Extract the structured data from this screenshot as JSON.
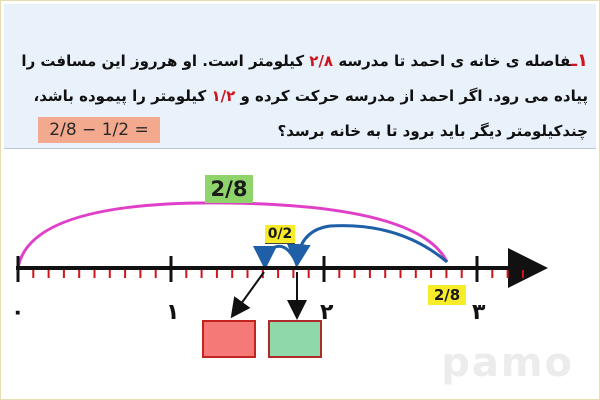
{
  "question": {
    "number": "۱ـ",
    "line1_a": "فاصله ی خانه ی احمد تا مدرسه ",
    "line1_value": "۲/۸",
    "line1_b": " کیلومتر است. او هرروز این مسافت را",
    "line2_a": "پیاده می رود. اگر احمد از مدرسه حرکت کرده و ",
    "line2_value": "۱/۲",
    "line2_b": " کیلومتر را پیموده باشد،",
    "line3": "چندکیلومتر دیگر باید برود تا به خانه برسد؟",
    "formula": "2/8 − 1/2 ="
  },
  "number_line": {
    "labels": [
      "۰",
      "۱",
      "۲",
      "۳"
    ],
    "top_label": "2/8",
    "mid_label": "0/2",
    "bottom_label": "2/8",
    "colors": {
      "long_arc": "#e03fc8",
      "return_arc": "#1f5fa8",
      "small_arc": "#1f5fa8",
      "ticks": "#d0141c",
      "axis": "#111111"
    }
  },
  "answer_boxes": {
    "left_color": "#f57a77",
    "right_color": "#8fd8aa"
  },
  "watermark": "pamo"
}
